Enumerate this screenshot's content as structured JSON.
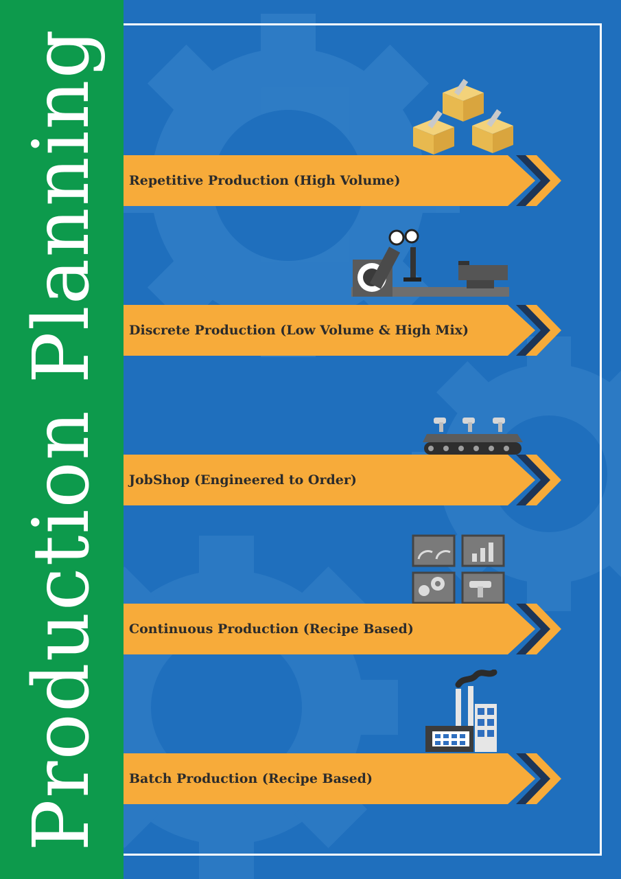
{
  "title": "Production Planning",
  "colors": {
    "background": "#1f6fbd",
    "sidebar": "#0d9a4c",
    "band": "#f7ab3a",
    "chevron_dark": "#1d3557",
    "chevron_light": "#f7ab3a",
    "text": "#2b2b2b",
    "gear": "#3a86cc"
  },
  "rows": [
    {
      "label": "Repetitive Production (High Volume)",
      "icon": "boxes-icon"
    },
    {
      "label": "Discrete Production (Low Volume & High Mix)",
      "icon": "robot-arm-icon"
    },
    {
      "label": "JobShop (Engineered to Order)",
      "icon": "conveyor-belt-icon"
    },
    {
      "label": "Continuous Production (Recipe Based)",
      "icon": "dashboard-panels-icon"
    },
    {
      "label": "Batch Production (Recipe Based)",
      "icon": "factory-icon"
    }
  ]
}
